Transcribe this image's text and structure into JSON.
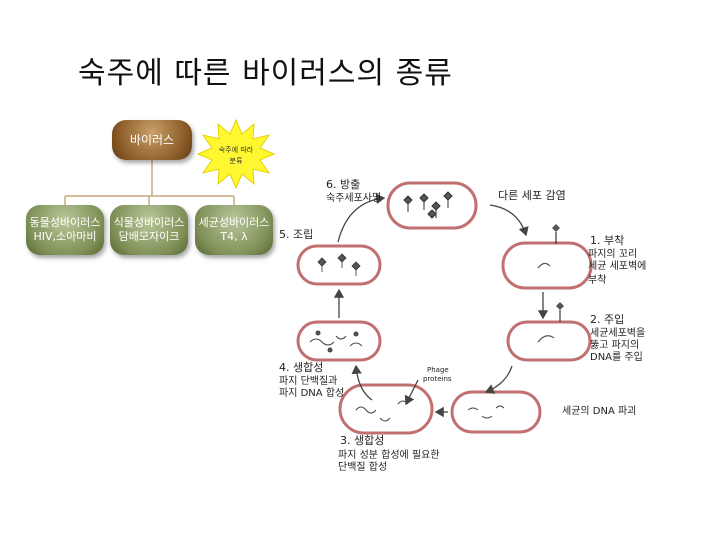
{
  "title": "숙주에 따른 바이러스의 종류",
  "tree": {
    "root": "바이러스",
    "burst_line1": "숙주에 따라",
    "burst_line2": "분류",
    "leaves": [
      {
        "line1": "동물성바이러스",
        "line2": "HIV,소아마비"
      },
      {
        "line1": "식물성바이러스",
        "line2": "담배모자이크"
      },
      {
        "line1": "세균성바이러스",
        "line2": "T4, λ"
      }
    ]
  },
  "cycle": {
    "stage6_title": "6. 방출",
    "stage6_desc": "숙주세포사멸",
    "other_cell": "다른 세포 감염",
    "stage1_title": "1. 부착",
    "stage1_desc": [
      "파지의 꼬리",
      "세균 세포벽에",
      "부착"
    ],
    "stage5_title": "5. 조립",
    "stage2_title": "2. 주입",
    "stage2_desc": [
      "세균세포벽을",
      "뚫고 파지의",
      "DNA를 주입"
    ],
    "stage4_title": "4. 생합성",
    "stage4_desc": [
      "파지 단백질과",
      "파지 DNA 합성"
    ],
    "phage_proteins": [
      "Phage",
      "proteins"
    ],
    "dna_break": "세균의 DNA 파괴",
    "stage3_title": "3. 생합성",
    "stage3_desc": [
      "파지 성분 합성에 필요한",
      "단백질 합성"
    ]
  }
}
